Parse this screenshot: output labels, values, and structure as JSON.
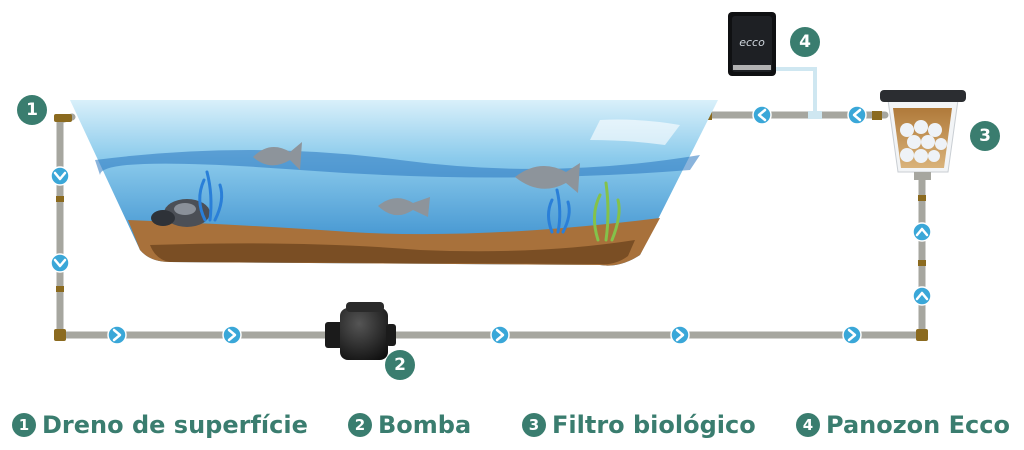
{
  "components": [
    {
      "number": "1",
      "label": "Dreno de superfície"
    },
    {
      "number": "2",
      "label": "Bomba"
    },
    {
      "number": "3",
      "label": "Filtro biológico"
    },
    {
      "number": "4",
      "label": "Panozon Ecco"
    }
  ],
  "device_text": "ecco",
  "colors": {
    "accent": "#3a7d6f",
    "pipe": "#a6a69f",
    "pipe_joint": "#8b6a1f",
    "flow_arrow": "#3aa7d8",
    "water": "#4a9bd4",
    "sand": "#a8713b"
  }
}
